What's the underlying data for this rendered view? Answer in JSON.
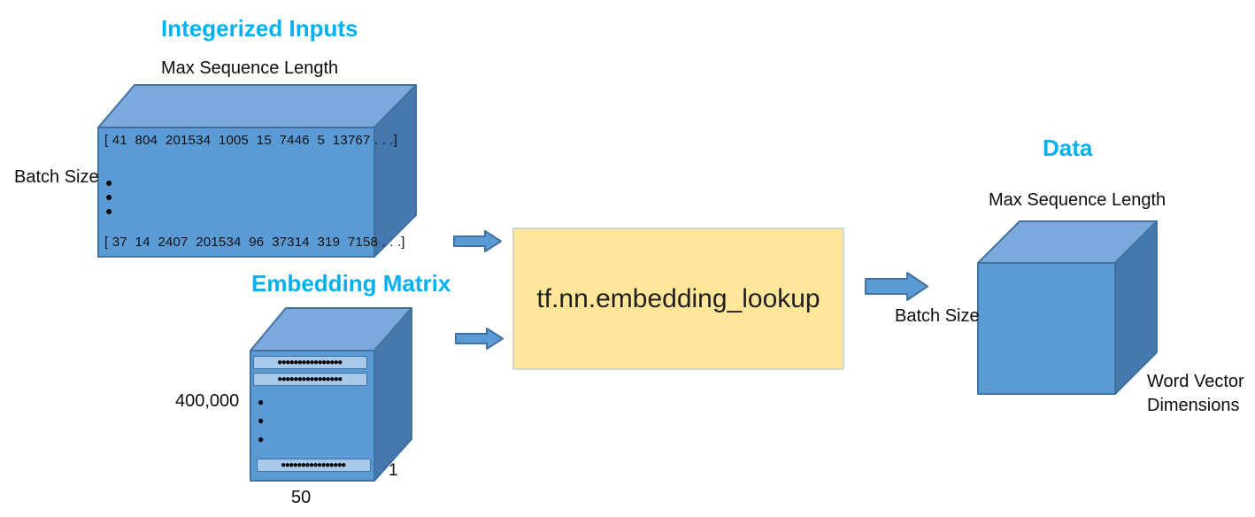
{
  "diagram": {
    "titles": {
      "integerized": "Integerized Inputs",
      "embedding": "Embedding Matrix",
      "data": "Data"
    },
    "labels": {
      "max_seq_left": "Max Sequence Length",
      "batch_size_left": "Batch Size",
      "row1": "[ 41  804  201534  1005  15  7446  5  13767 . . .]",
      "row2": "[ 37  14  2407  201534  96  37314  319  7158 . . .]",
      "vocab_size": "400,000",
      "vector_dim": "50",
      "depth_one": "1",
      "op": "tf.nn.embedding_lookup",
      "max_seq_right": "Max Sequence Length",
      "batch_size_right": "Batch Size",
      "word_vector_dims": "Word Vector\nDimensions"
    },
    "dots": {
      "vertical": "●\n●\n●",
      "strip": "●●●●●●●●●●●●●●●●"
    },
    "colors": {
      "accent_cyan": "#00B0F0",
      "box_front": "#5B9BD5",
      "box_top": "#7BA9DE",
      "box_side": "#4678B0",
      "box_border": "#41719C",
      "op_fill": "#FFE699",
      "op_border": "#C9C9C9",
      "arrow_fill": "#5B9BD5",
      "strip_fill": "#A7C9EC"
    }
  }
}
